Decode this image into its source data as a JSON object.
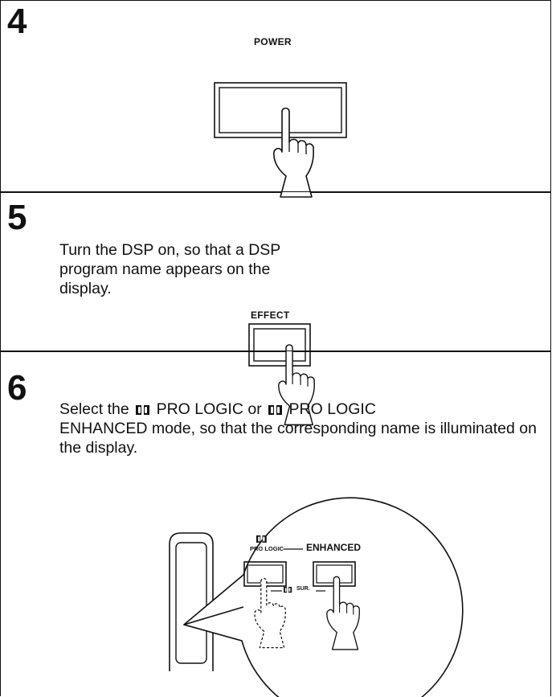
{
  "step4": {
    "number": "4",
    "button_label": "POWER"
  },
  "step5": {
    "number": "5",
    "instruction": "Turn the DSP on, so that a DSP program name appears on the display.",
    "button_label": "EFFECT"
  },
  "step6": {
    "number": "6",
    "text_before": "Select the",
    "mode1": "PRO LOGIC or",
    "mode2": "PRO LOGIC",
    "text_after": "ENHANCED mode, so that the corresponding name is illuminated on the display.",
    "remote_labels": {
      "pro_logic": "PRO LOGIC",
      "enhanced": "ENHANCED",
      "sur": "SUR."
    }
  },
  "icons": [
    "hand-pointer-icon",
    "dolby-icon",
    "remote-control-icon"
  ]
}
